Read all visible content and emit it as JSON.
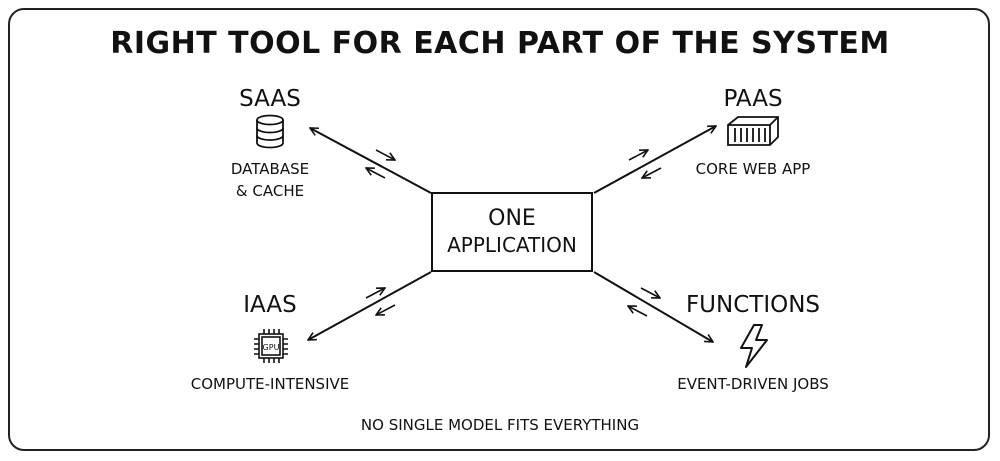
{
  "title": "RIGHT TOOL FOR EACH PART OF THE SYSTEM",
  "center": {
    "line1": "ONE",
    "line2": "APPLICATION"
  },
  "nodes": {
    "saas": {
      "name": "SAAS",
      "desc_line1": "DATABASE",
      "desc_line2": "& CACHE",
      "icon": "database-icon"
    },
    "paas": {
      "name": "PAAS",
      "desc_line1": "CORE WEB APP",
      "icon": "container-icon"
    },
    "iaas": {
      "name": "IAAS",
      "desc_line1": "COMPUTE-INTENSIVE",
      "icon": "gpu-chip-icon",
      "chip_label": "GPU"
    },
    "functions": {
      "name": "FUNCTIONS",
      "desc_line1": "EVENT-DRIVEN JOBS",
      "icon": "lightning-icon"
    }
  },
  "footer": "NO SINGLE MODEL FITS EVERYTHING"
}
